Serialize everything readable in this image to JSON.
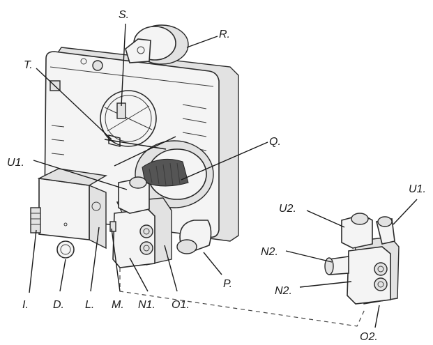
{
  "labels": {
    "S": "S.",
    "R": "R.",
    "T": "T.",
    "Q": "Q.",
    "U1_main": "U1.",
    "U1_side": "U1.",
    "U2": "U2.",
    "N2_upper": "N2.",
    "N2_lower": "N2.",
    "P": "P.",
    "I": "I.",
    "D": "D.",
    "L": "L.",
    "M": "M.",
    "N1": "N1.",
    "O1": "O1.",
    "O2": "O2."
  },
  "colors": {
    "ink": "#1a1a1a",
    "body": "#f4f4f4",
    "shade": "#e2e2e2"
  }
}
